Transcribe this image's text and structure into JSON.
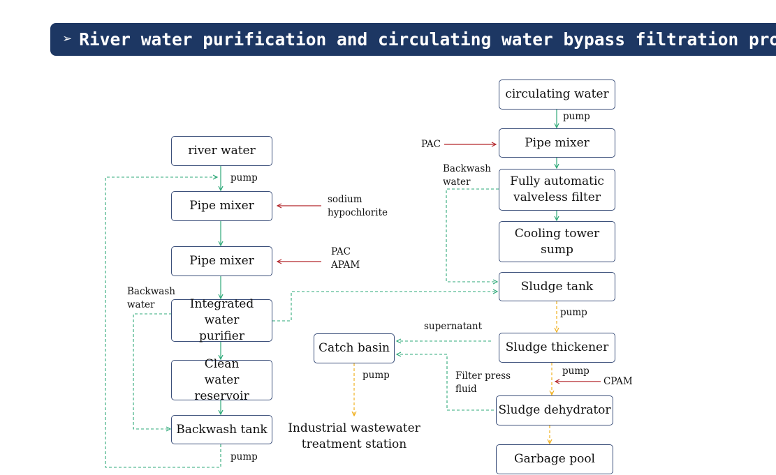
{
  "title": "River water purification and circulating water bypass filtration process",
  "colors": {
    "banner": "#1d3763",
    "water_flow": "#2ea878",
    "chemical_feed": "#b3262b",
    "sludge_flow": "#f0b020"
  },
  "left_process": {
    "river_water": "river water",
    "pipe_mixer_1": "Pipe mixer",
    "pipe_mixer_2": "Pipe mixer",
    "integrated_purifier": "Integrated water purifier",
    "clean_reservoir": "Clean water reservoir",
    "backwash_tank": "Backwash tank",
    "pump_top": "pump",
    "pump_bottom": "pump",
    "sodium_hypochlorite": "sodium\nhypochlorite",
    "pac_apam": "PAC\nAPAM",
    "backwash_water": "Backwash\nwater"
  },
  "right_process": {
    "circulating_water": "circulating water",
    "pump_top": "pump",
    "pac": "PAC",
    "pipe_mixer": "Pipe mixer",
    "valveless_filter": "Fully automatic valveless filter",
    "backwash_water": "Backwash\nwater",
    "cooling_tower": "Cooling tower sump",
    "sludge_tank": "Sludge tank",
    "pump_sludge": "pump",
    "sludge_thickener": "Sludge thickener",
    "supernatant": "supernatant",
    "catch_basin": "Catch basin",
    "pump_catch": "pump",
    "wastewater_station": "Industrial wastewater treatment station",
    "filter_press_fluid": "Filter press\nfluid",
    "pump_dehydrator": "pump",
    "cpam": "CPAM",
    "sludge_dehydrator": "Sludge dehydrator",
    "garbage_pool": "Garbage pool"
  }
}
